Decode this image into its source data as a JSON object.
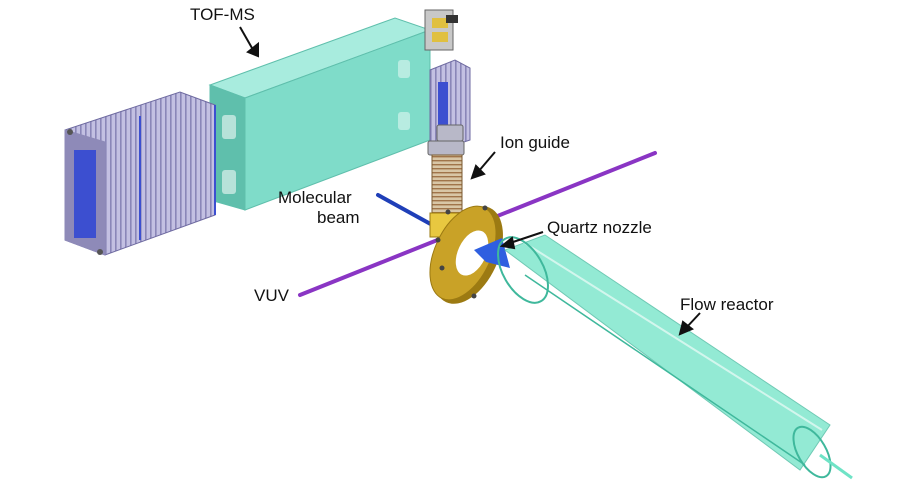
{
  "labels": {
    "tof_ms": "TOF-MS",
    "ion_guide": "Ion guide",
    "molecular_beam_line1": "Molecular",
    "molecular_beam_line2": "beam",
    "quartz_nozzle": "Quartz nozzle",
    "vuv": "VUV",
    "flow_reactor": "Flow reactor"
  },
  "colors": {
    "tof_body": "#7fdcc9",
    "tof_body_dark": "#5fbfac",
    "end_cap": "#b9b6d8",
    "end_cap_dark": "#8e8ab8",
    "end_panel": "#3c4fd0",
    "vuv_line": "#8a35c4",
    "beam_line": "#1f3fb8",
    "flange": "#c9a227",
    "flange_dark": "#9c7a12",
    "reactor": "#6fe3c6",
    "reactor_edge": "#3fb89c",
    "nozzle": "#2f5fe0",
    "ion_guide_coil": "#c99a5a",
    "ion_guide_metal": "#b8b8c8"
  }
}
